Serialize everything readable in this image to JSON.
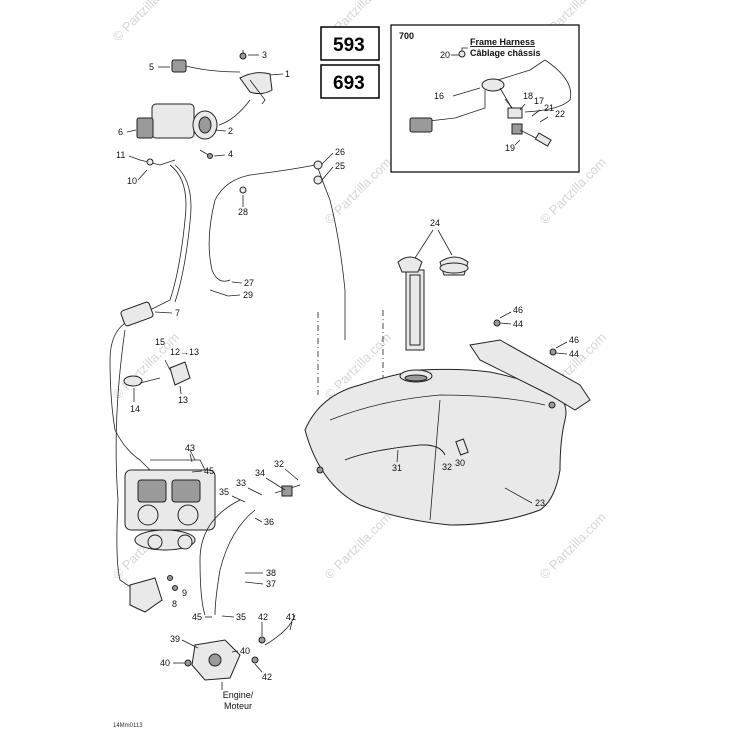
{
  "box_labels": {
    "model_a": "593",
    "model_b": "693",
    "inset_number": "700"
  },
  "frame_harness": {
    "en": "Frame Harness",
    "fr": "Câblage châssis"
  },
  "engine_label": {
    "en": "Engine/",
    "fr": "Moteur"
  },
  "drawing_code": "14Mm0113",
  "watermark": "© Partzilla.com",
  "callouts": [
    {
      "n": "1"
    },
    {
      "n": "2"
    },
    {
      "n": "3"
    },
    {
      "n": "4"
    },
    {
      "n": "5"
    },
    {
      "n": "6"
    },
    {
      "n": "7"
    },
    {
      "n": "8"
    },
    {
      "n": "9"
    },
    {
      "n": "10"
    },
    {
      "n": "11"
    },
    {
      "n": "12→13"
    },
    {
      "n": "13"
    },
    {
      "n": "14"
    },
    {
      "n": "15"
    },
    {
      "n": "16"
    },
    {
      "n": "17"
    },
    {
      "n": "18"
    },
    {
      "n": "19"
    },
    {
      "n": "20"
    },
    {
      "n": "21"
    },
    {
      "n": "22"
    },
    {
      "n": "23"
    },
    {
      "n": "24"
    },
    {
      "n": "25"
    },
    {
      "n": "26"
    },
    {
      "n": "27"
    },
    {
      "n": "28"
    },
    {
      "n": "29"
    },
    {
      "n": "30"
    },
    {
      "n": "31"
    },
    {
      "n": "32"
    },
    {
      "n": "32"
    },
    {
      "n": "33"
    },
    {
      "n": "34"
    },
    {
      "n": "35"
    },
    {
      "n": "35"
    },
    {
      "n": "36"
    },
    {
      "n": "37"
    },
    {
      "n": "38"
    },
    {
      "n": "39"
    },
    {
      "n": "40"
    },
    {
      "n": "40"
    },
    {
      "n": "41"
    },
    {
      "n": "42"
    },
    {
      "n": "42"
    },
    {
      "n": "43"
    },
    {
      "n": "44"
    },
    {
      "n": "44"
    },
    {
      "n": "45"
    },
    {
      "n": "45"
    },
    {
      "n": "46"
    },
    {
      "n": "46"
    }
  ]
}
